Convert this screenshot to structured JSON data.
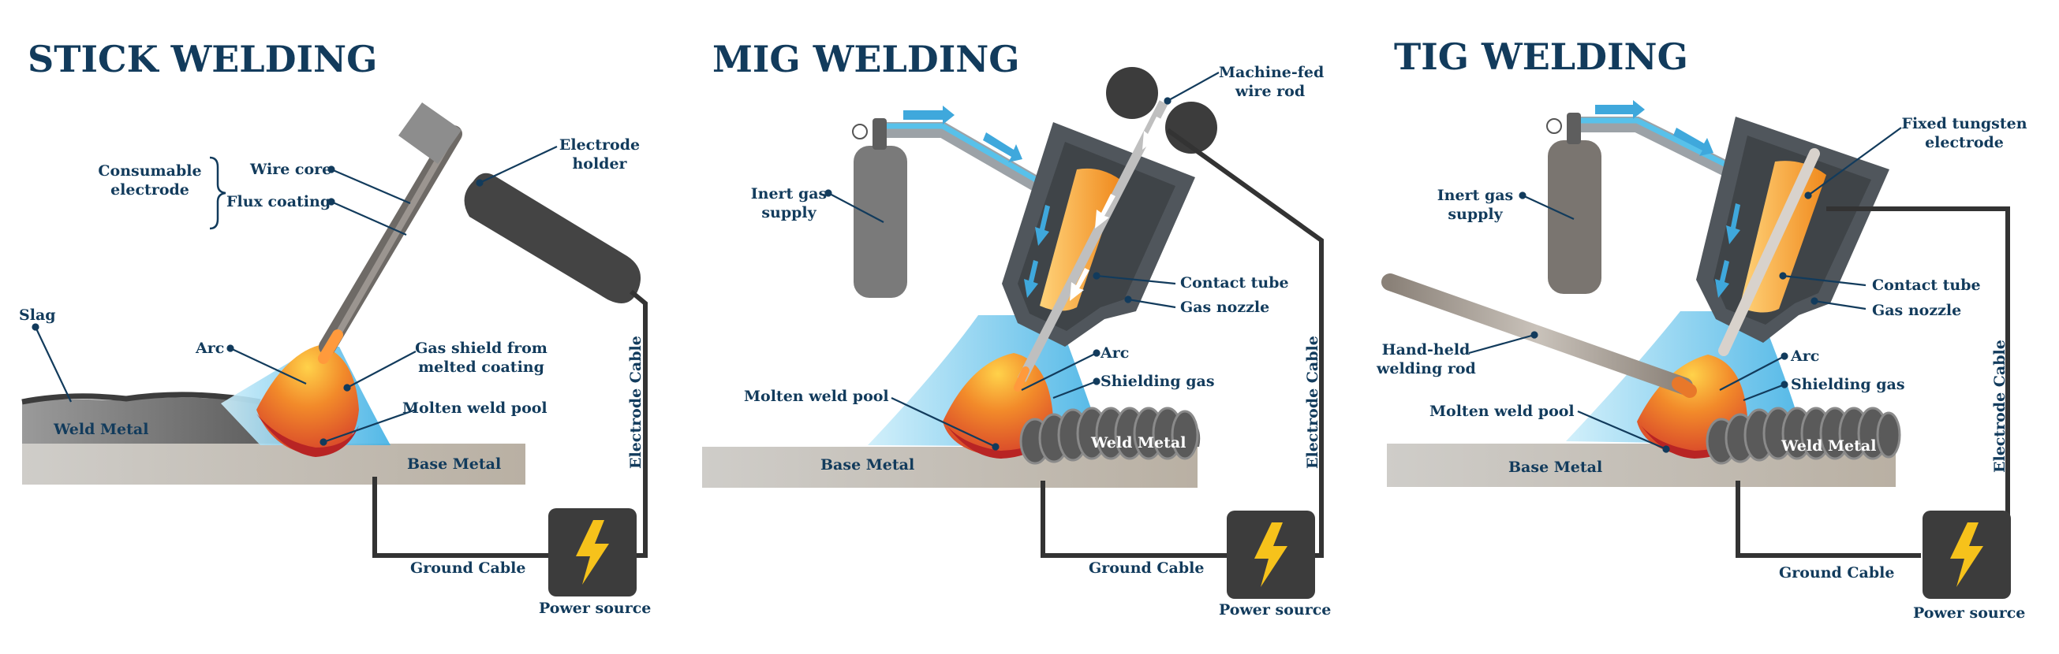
{
  "colors": {
    "title": "#123b5c",
    "cable": "#333333",
    "base_metal": "#c6c2ba",
    "weld_metal": "#6b6b6b",
    "slag": "#4a4a4a",
    "arc_orange": "#f08a2a",
    "molten_red": "#c42a2a",
    "shield_blue": "#5cc0e8",
    "torch_dark": "#555a5e",
    "bolt_yellow": "#f6c21b"
  },
  "stick": {
    "title": "STICK WELDING",
    "consumable_electrode": [
      "Consumable",
      "electrode"
    ],
    "wire_core": "Wire core",
    "flux_coating": "Flux coating",
    "electrode_holder": [
      "Electrode",
      "holder"
    ],
    "slag": "Slag",
    "arc": "Arc",
    "gas_shield": [
      "Gas shield from",
      "melted coating"
    ],
    "molten_pool": "Molten weld pool",
    "weld_metal": "Weld Metal",
    "base_metal": "Base Metal",
    "electrode_cable": "Electrode Cable",
    "ground_cable": "Ground Cable",
    "power_source": "Power source",
    "power_icon": "lightning-bolt-icon"
  },
  "mig": {
    "title": "MIG WELDING",
    "wire_rod": [
      "Machine-fed",
      "wire rod"
    ],
    "gas_supply": [
      "Inert gas",
      "supply"
    ],
    "contact_tube": "Contact tube",
    "gas_nozzle": "Gas nozzle",
    "arc": "Arc",
    "shielding_gas": "Shielding gas",
    "molten_pool": "Molten weld pool",
    "weld_metal": "Weld Metal",
    "base_metal": "Base Metal",
    "electrode_cable": "Electrode Cable",
    "ground_cable": "Ground Cable",
    "power_source": "Power source",
    "power_icon": "lightning-bolt-icon"
  },
  "tig": {
    "title": "TIG WELDING",
    "tungsten": [
      "Fixed tungsten",
      "electrode"
    ],
    "gas_supply": [
      "Inert gas",
      "supply"
    ],
    "contact_tube": "Contact tube",
    "gas_nozzle": "Gas nozzle",
    "welding_rod": [
      "Hand-held",
      "welding rod"
    ],
    "arc": "Arc",
    "shielding_gas": "Shielding gas",
    "molten_pool": "Molten weld pool",
    "weld_metal": "Weld Metal",
    "base_metal": "Base Metal",
    "electrode_cable": "Electrode Cable",
    "ground_cable": "Ground Cable",
    "power_source": "Power source",
    "power_icon": "lightning-bolt-icon"
  }
}
